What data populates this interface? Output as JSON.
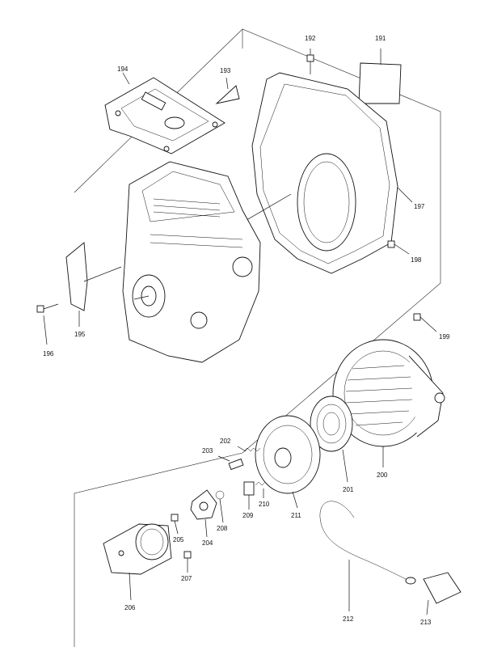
{
  "diagram": {
    "parts": [
      {
        "id": "p191",
        "number": "191"
      },
      {
        "id": "p192",
        "number": "192"
      },
      {
        "id": "p193",
        "number": "193"
      },
      {
        "id": "p194",
        "number": "194"
      },
      {
        "id": "p195",
        "number": "195"
      },
      {
        "id": "p196",
        "number": "196"
      },
      {
        "id": "p197",
        "number": "197"
      },
      {
        "id": "p198",
        "number": "198"
      },
      {
        "id": "p199",
        "number": "199"
      },
      {
        "id": "p200",
        "number": "200"
      },
      {
        "id": "p201",
        "number": "201"
      },
      {
        "id": "p202",
        "number": "202"
      },
      {
        "id": "p203",
        "number": "203"
      },
      {
        "id": "p204",
        "number": "204"
      },
      {
        "id": "p205",
        "number": "205"
      },
      {
        "id": "p206",
        "number": "206"
      },
      {
        "id": "p207",
        "number": "207"
      },
      {
        "id": "p208",
        "number": "208"
      },
      {
        "id": "p209",
        "number": "209"
      },
      {
        "id": "p210",
        "number": "210"
      },
      {
        "id": "p211",
        "number": "211"
      },
      {
        "id": "p212",
        "number": "212"
      },
      {
        "id": "p213",
        "number": "213"
      }
    ]
  }
}
